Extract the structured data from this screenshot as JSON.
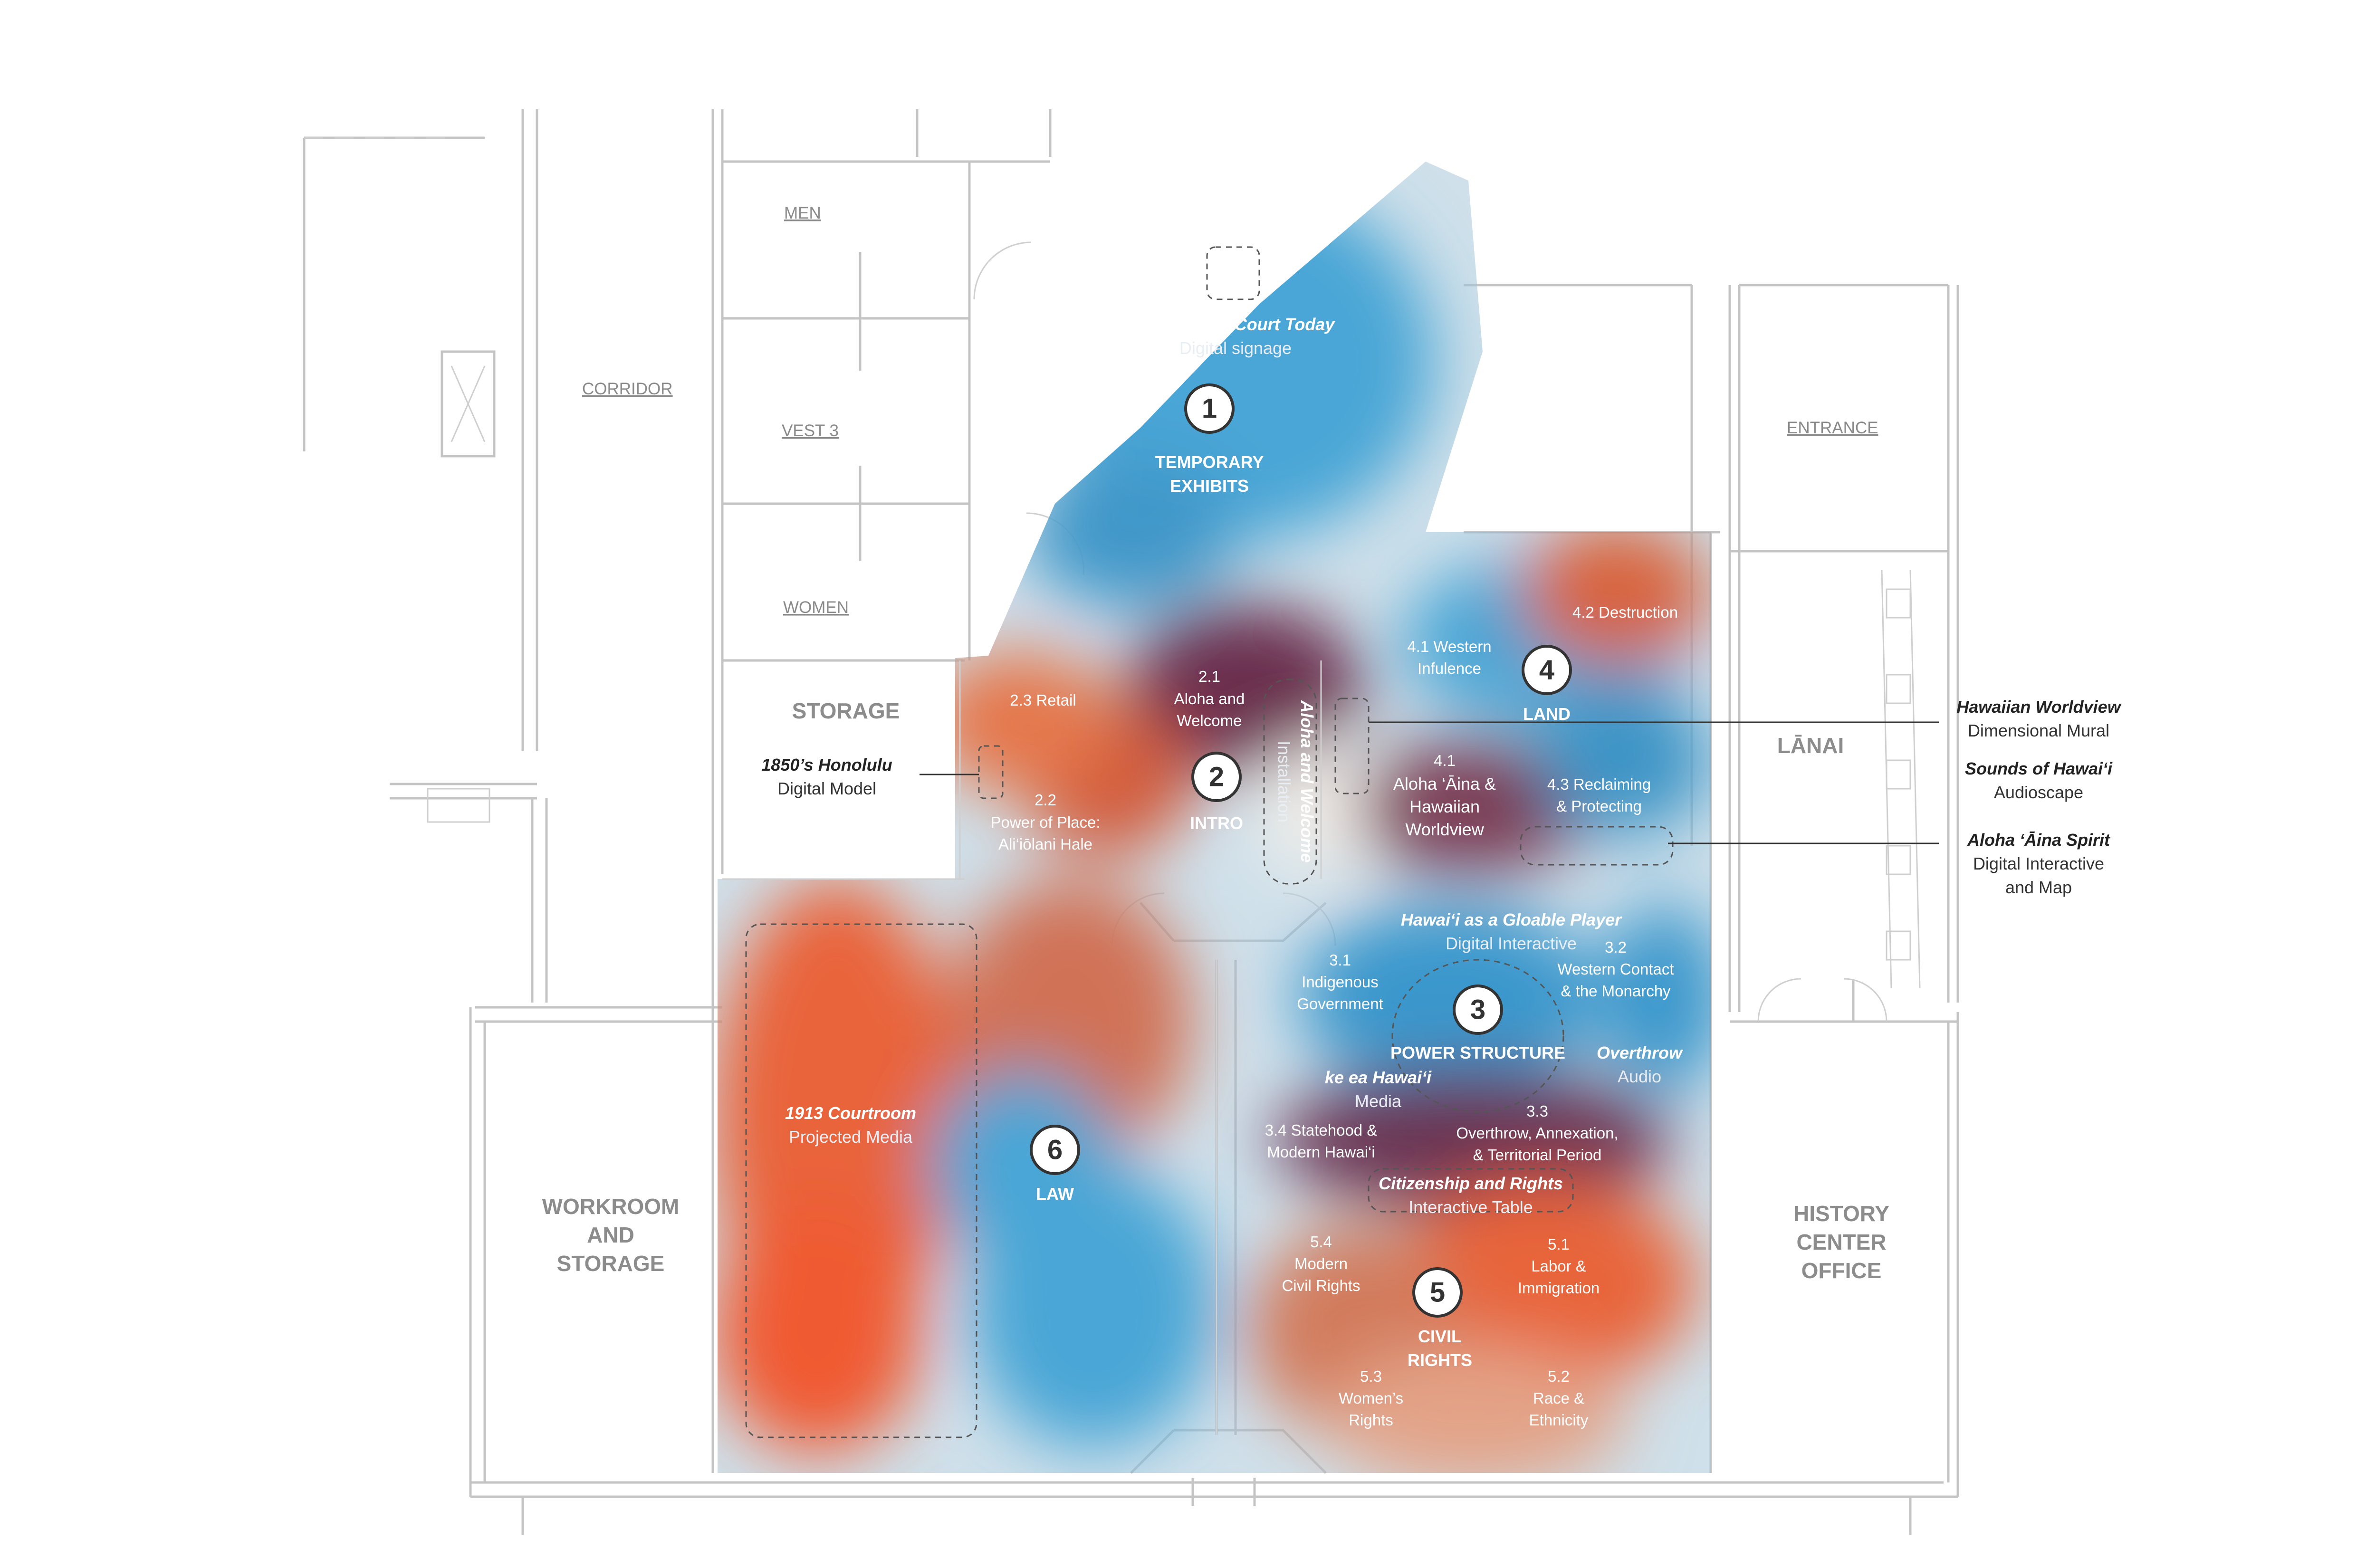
{
  "rooms": {
    "men": "MEN",
    "corridor": "CORRIDOR",
    "vest3": "VEST 3",
    "women": "WOMEN",
    "entrance": "ENTRANCE",
    "storage": "STORAGE",
    "lanai": "LĀNAI",
    "workroom": [
      "WORKROOM",
      "AND",
      "STORAGE"
    ],
    "history": [
      "HISTORY",
      "CENTER",
      "OFFICE"
    ]
  },
  "galleries": {
    "g1": {
      "number": "1",
      "name": [
        "TEMPORARY",
        "EXHIBITS"
      ]
    },
    "g2": {
      "number": "2",
      "name": "INTRO"
    },
    "g3": {
      "number": "3",
      "name": "POWER STRUCTURE"
    },
    "g4": {
      "number": "4",
      "name": "LAND"
    },
    "g5": {
      "number": "5",
      "name": [
        "CIVIL",
        "RIGHTS"
      ]
    },
    "g6": {
      "number": "6",
      "name": "LAW"
    }
  },
  "sections": {
    "s21": [
      "2.1",
      "Aloha and",
      "Welcome"
    ],
    "s22": [
      "2.2",
      "Power of Place:",
      "Ali‘iōlani Hale"
    ],
    "s23": "2.3 Retail",
    "s31": [
      "3.1",
      "Indigenous",
      "Government"
    ],
    "s32": [
      "3.2",
      "Western Contact",
      "& the Monarchy"
    ],
    "s33": [
      "3.3",
      "Overthrow, Annexation,",
      "& Territorial Period"
    ],
    "s34": [
      "3.4 Statehood &",
      "Modern Hawai‘i"
    ],
    "s41west": [
      "4.1 Western",
      "Infulence"
    ],
    "s41": [
      "4.1",
      "Aloha ‘Āina &",
      "Hawaiian",
      "Worldview"
    ],
    "s42": "4.2 Destruction",
    "s43": [
      "4.3 Reclaiming",
      "& Protecting"
    ],
    "s51": [
      "5.1",
      "Labor &",
      "Immigration"
    ],
    "s52": [
      "5.2",
      "Race &",
      "Ethnicity"
    ],
    "s53": [
      "5.3",
      "Women’s",
      "Rights"
    ],
    "s54": [
      "5.4",
      "Modern",
      "Civil Rights"
    ]
  },
  "media": {
    "court_today": {
      "title": "Explore the Court Today",
      "type": "Digital signage"
    },
    "aloha_welcome": {
      "title": "Aloha and Welcome",
      "type": "Installation"
    },
    "globable": {
      "title": "Hawai‘i  as a Gloable Player",
      "type": "Digital Interactive"
    },
    "overthrow": {
      "title": "Overthrow",
      "type": "Audio"
    },
    "ke_ea": {
      "title": "ke ea Hawai‘i",
      "type": "Media"
    },
    "citizenship": {
      "title": "Citizenship and Rights",
      "type": "Interactive Table"
    },
    "courtroom": {
      "title": "1913 Courtroom",
      "type": "Projected Media"
    },
    "honolulu": {
      "title": "1850’s Honolulu",
      "type": "Digital Model"
    },
    "worldview": {
      "title": "Hawaiian Worldview",
      "type": "Dimensional Mural"
    },
    "sounds": {
      "title": "Sounds of Hawai‘i",
      "type": "Audioscape"
    },
    "aina_spirit": {
      "title": "Aloha ‘Āina Spirit",
      "type": [
        "Digital Interactive",
        "and Map"
      ]
    }
  },
  "colors": {
    "blue": "#4aa6d6",
    "orange": "#f0663a",
    "purple": "#6e3a5a",
    "wall": "#c4c4c4"
  }
}
